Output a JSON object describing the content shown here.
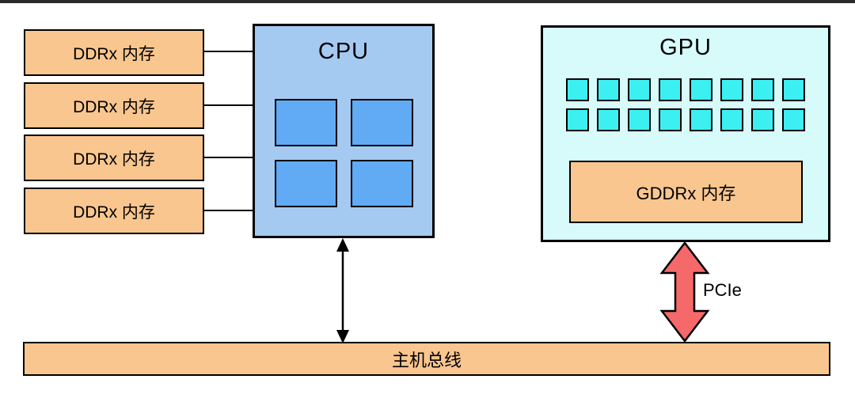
{
  "colors": {
    "memory_fill": "#F9C68F",
    "cpu_fill": "#A5CAF2",
    "cpu_core_fill": "#61AAF4",
    "gpu_fill": "#D7FAFA",
    "gpu_core_fill": "#3CF0F2",
    "pcie_fill": "#F6696B",
    "border": "#000000",
    "frame_line": "#2B2B2B"
  },
  "memory_modules": [
    {
      "label": "DDRx 内存"
    },
    {
      "label": "DDRx 内存"
    },
    {
      "label": "DDRx 内存"
    },
    {
      "label": "DDRx 内存"
    }
  ],
  "cpu": {
    "label": "CPU",
    "core_count": 4
  },
  "gpu": {
    "label": "GPU",
    "core_rows": 2,
    "cores_per_row": 8,
    "memory_label": "GDDRx 内存"
  },
  "pcie": {
    "label": "PCIe"
  },
  "bus": {
    "label": "主机总线"
  }
}
